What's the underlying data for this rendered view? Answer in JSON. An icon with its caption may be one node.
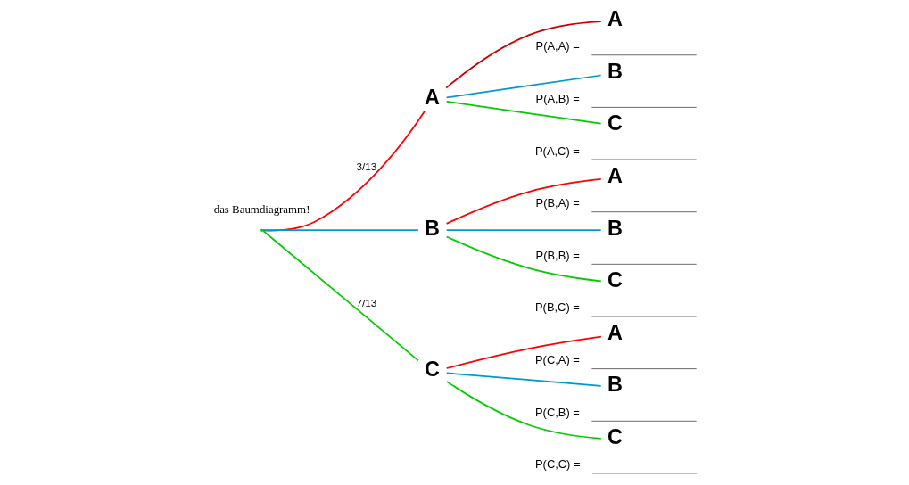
{
  "diagram": {
    "nodes": [
      {
        "text": [],
        "shape": "point"
      },
      {
        "text": [
          "A"
        ]
      },
      {
        "text": [
          "B"
        ]
      },
      {
        "text": [
          "C"
        ]
      },
      {
        "text": [
          "A"
        ]
      },
      {
        "text": [
          "B"
        ]
      },
      {
        "text": [
          "C"
        ]
      },
      {
        "text": [
          "A"
        ]
      },
      {
        "text": [
          "B"
        ]
      },
      {
        "text": [
          "C"
        ]
      },
      {
        "text": [
          "A"
        ]
      },
      {
        "text": [
          "B"
        ]
      },
      {
        "text": [
          "C"
        ]
      }
    ],
    "edges": [
      {
        "from": 0,
        "to": 1,
        "arrow": "none",
        "label": "3/13",
        "color": "#ff0000"
      },
      {
        "from": 0,
        "to": 2,
        "arrow": "none",
        "color": "#0099cc"
      },
      {
        "from": 0,
        "to": 3,
        "arrow": "none",
        "label": "7/13",
        "color": "#00cc00"
      },
      {
        "from": 1,
        "to": 4,
        "arrow": "none",
        "color": "#cc0000"
      },
      {
        "from": 1,
        "to": 5,
        "arrow": "none",
        "color": "#0099cc"
      },
      {
        "from": 1,
        "to": 6,
        "arrow": "none",
        "color": "#00cc00"
      },
      {
        "from": 2,
        "to": 7,
        "arrow": "none",
        "color": "#ff0000"
      },
      {
        "from": 2,
        "to": 8,
        "arrow": "none",
        "color": "#0099cc"
      },
      {
        "from": 2,
        "to": 9,
        "arrow": "none",
        "color": "#00cc00"
      },
      {
        "from": 3,
        "to": 10,
        "arrow": "none",
        "color": "#ff0000"
      },
      {
        "from": 3,
        "to": 11,
        "arrow": "none",
        "color": "#0099cc"
      },
      {
        "from": 3,
        "to": 12,
        "arrow": "none",
        "color": "#00cc00"
      }
    ],
    "labels": [
      "das Baumdiagramm!",
      "P(A,A) =",
      "P(A,B) =",
      "P(A,C) =",
      "P(B,A) =",
      "P(B,B) =",
      "P(B,C) =",
      "P(C,A) =",
      "P(C,B) =",
      "P(C,C) ="
    ]
  }
}
